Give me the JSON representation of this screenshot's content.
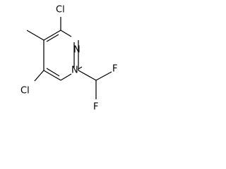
{
  "molecule": {
    "atoms": [
      {
        "id": "cl_top",
        "symbol": "Cl"
      },
      {
        "id": "n_upper",
        "symbol": "N"
      },
      {
        "id": "n_lower",
        "symbol": "N"
      },
      {
        "id": "cl_bottom",
        "symbol": "Cl"
      },
      {
        "id": "f_top",
        "symbol": "F"
      },
      {
        "id": "f_bottom",
        "symbol": "F"
      }
    ]
  },
  "colors": {
    "ink": "#000000",
    "background": "#ffffff"
  }
}
